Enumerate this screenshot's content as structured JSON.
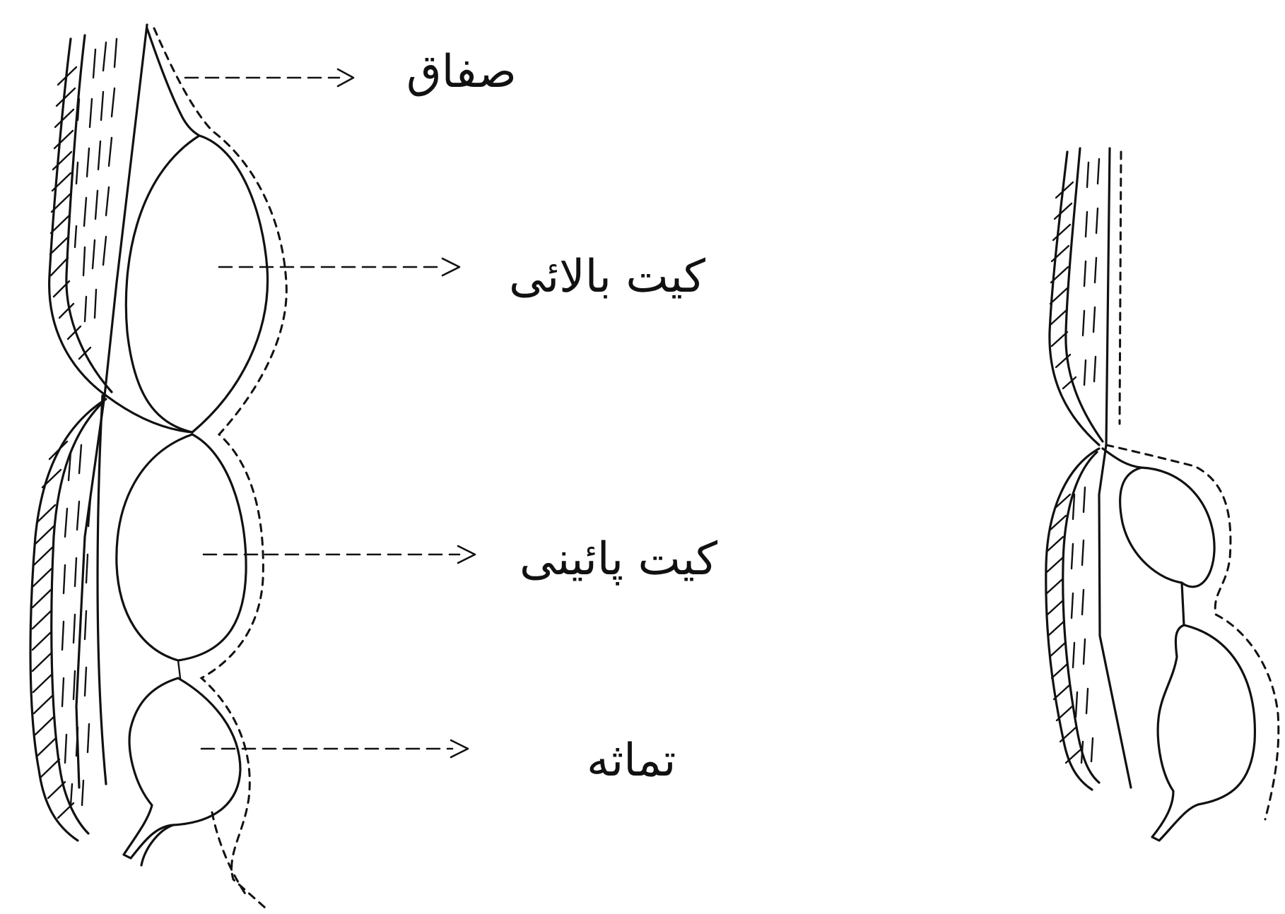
{
  "labels": {
    "top": "صفاق",
    "upper_sac": "کیت بالائی",
    "lower_sac": "کیت پائینی",
    "bottom": "تماثه"
  }
}
